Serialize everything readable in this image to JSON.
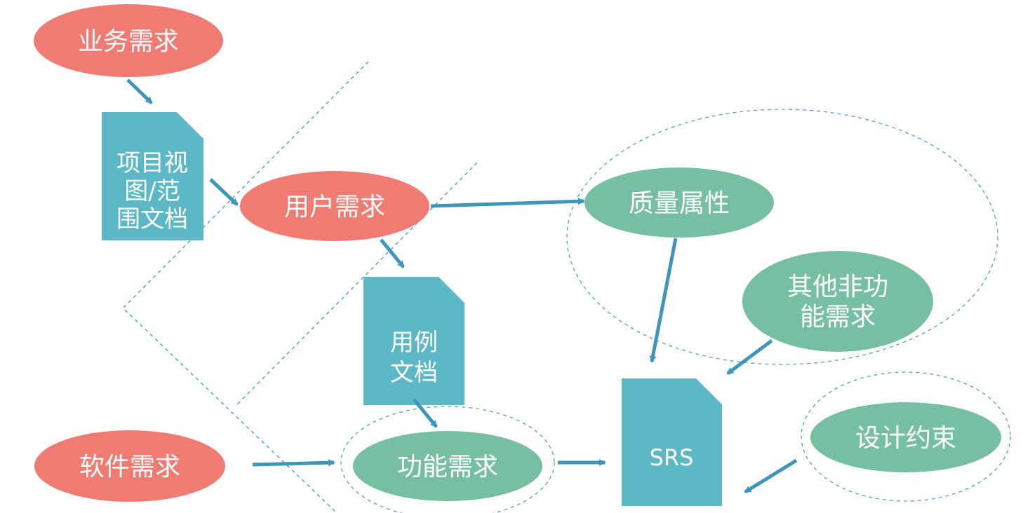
{
  "colors": {
    "red_node": "#f07b72",
    "green_node": "#77bfa3",
    "doc": "#5bb8c4",
    "arrow": "#3f95ba"
  },
  "nodes": {
    "business_req": "业务需求",
    "user_req": "用户需求",
    "software_req": "软件需求",
    "quality_attr": "质量属性",
    "other_nfr_line1": "其他非功",
    "other_nfr_line2": "能需求",
    "functional_req": "功能需求",
    "design_constraint": "设计约束"
  },
  "documents": {
    "vision_scope_line1": "项目视",
    "vision_scope_line2": "图/范",
    "vision_scope_line3": "围文档",
    "use_case_line1": "用例",
    "use_case_line2": "文档",
    "srs": "SRS"
  }
}
